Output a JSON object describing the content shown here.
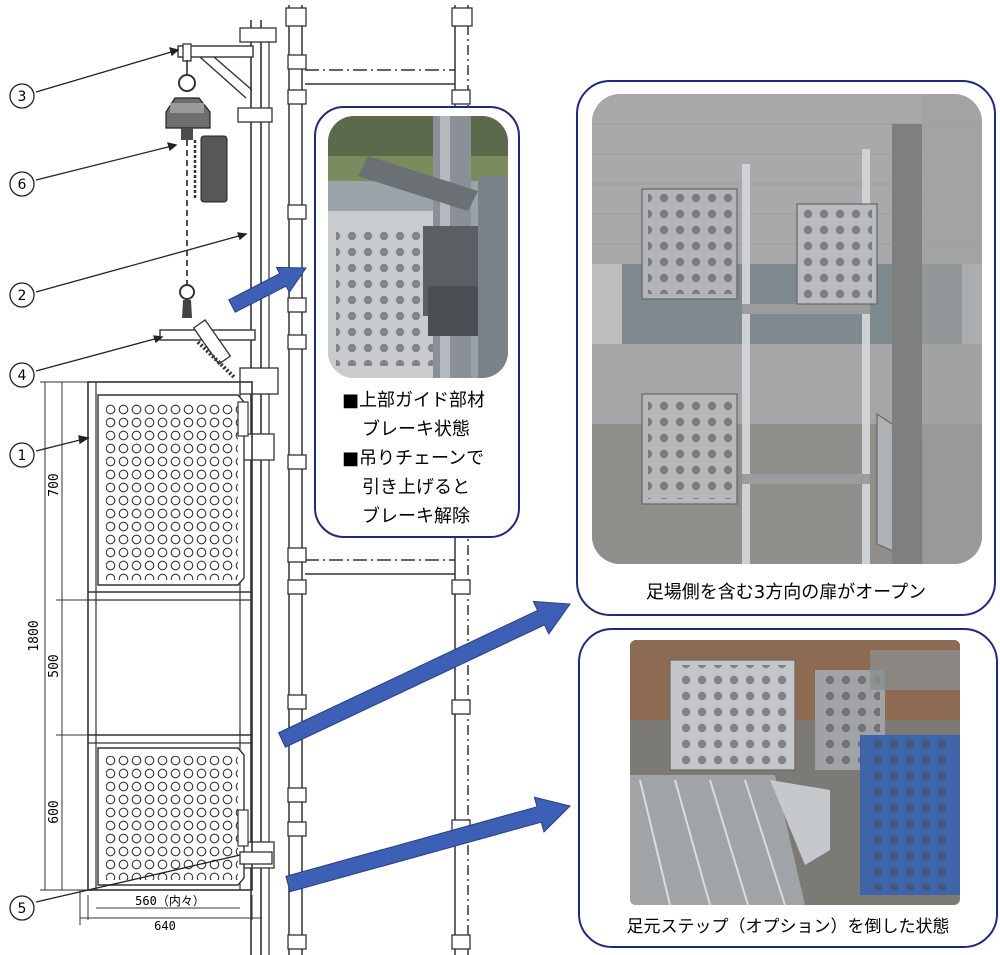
{
  "callouts": [
    "3",
    "6",
    "2",
    "4",
    "1",
    "5"
  ],
  "dimensions": {
    "h_total": "1800",
    "h_top": "700",
    "h_mid": "500",
    "h_bottom": "600",
    "w_inner": "560（内々）",
    "w_outer": "640"
  },
  "guide_note": {
    "lines": [
      "■上部ガイド部材",
      "ブレーキ状態",
      "■吊りチェーンで",
      "引き上げると",
      "ブレーキ解除"
    ]
  },
  "photo_doors": {
    "caption": "足場側を含む3方向の扉がオープン"
  },
  "photo_step": {
    "caption": "足元ステップ（オプション）を倒した状態"
  },
  "colors": {
    "arrow": "#3d5fb5",
    "panel_border": "#1f2a7a",
    "line": "#222222"
  }
}
